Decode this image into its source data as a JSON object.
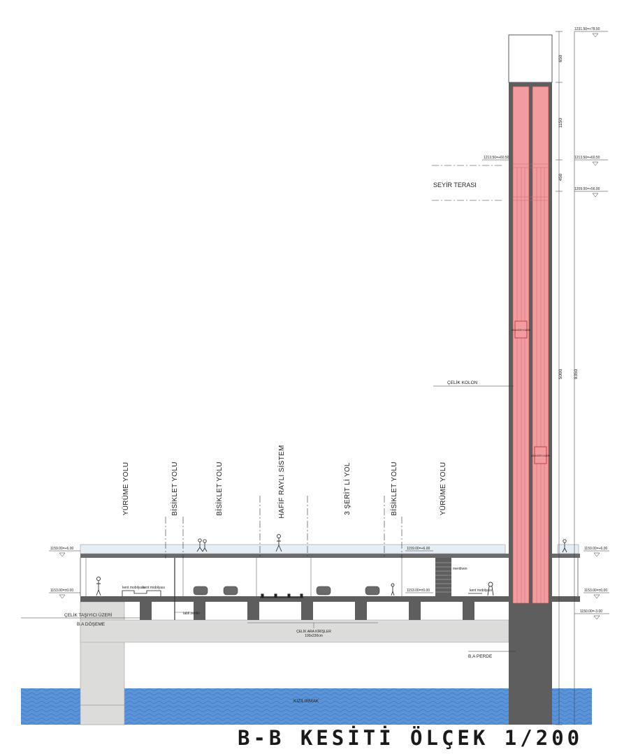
{
  "title": "B-B KESİTİ ÖLÇEK 1/200",
  "zone_labels": {
    "yurume_left": "YÜRÜME YOLU",
    "bisiklet_1": "BİSİKLET YOLU",
    "bisiklet_2": "BİSİKLET YOLU",
    "hafif_rayli": "HAFİF RAYLI SİSTEM",
    "serit": "3 ŞERİT Lİ YOL",
    "bisiklet_3": "BİSİKLET YOLU",
    "yurume_right": "YÜRÜME YOLU"
  },
  "annotations": {
    "seyir_terasi": "SEYİR TERASI",
    "celik_kolon": "ÇELİK KOLON",
    "celik_tasiyici": "ÇELİK TAŞIYICI ÜZERİ",
    "ba_doseme": "B.A DÖŞEME",
    "ba_perde": "B.A PERDE",
    "kizilirmak": "KIZILIRMAK",
    "asansor_1": "ASANSÖR KABİNİ",
    "asansor_2": "ASANSÖR KABİNİ",
    "celik_ara_kirisler": "ÇELİK ARA KİRİŞLER",
    "kirisler_size": "100x230cm",
    "tabli_zemin": "tabli zemin",
    "kent_mobilyasi_1": "kent mobilyası",
    "kent_mobilyasi_2": "kent mobilyası",
    "merdiven": "merdiven",
    "kent_mobilyasi_3": "kent mobilyası"
  },
  "levels": {
    "l_1231": "1231.50=+78.50",
    "l_1213_inner": "1213.50=+60.50",
    "l_1213": "1213.50=+60.50",
    "l_1209": "1209.00=+56.00",
    "l_1159_left": "1159.00=+6.00",
    "l_1159_mid": "1159.00=+6.00",
    "l_1159_right": "1159.00=+6.00",
    "l_1153_left": "1153.00=±0.00",
    "l_1153_mid": "1153.00=±0.00",
    "l_1153_right": "1153.00=±0.00",
    "l_1150": "1150.00=-3.00"
  },
  "dimensions": {
    "d_650": "650",
    "d_1150": "1150",
    "d_450": "450",
    "d_5000": "5000",
    "d_9350": "9350"
  },
  "colors": {
    "water": "#5b93d9",
    "column_red": "#f29c9f",
    "concrete_dark": "#5e5e5e",
    "beam_light": "#dcdddb",
    "glass": "#e4eef4"
  }
}
